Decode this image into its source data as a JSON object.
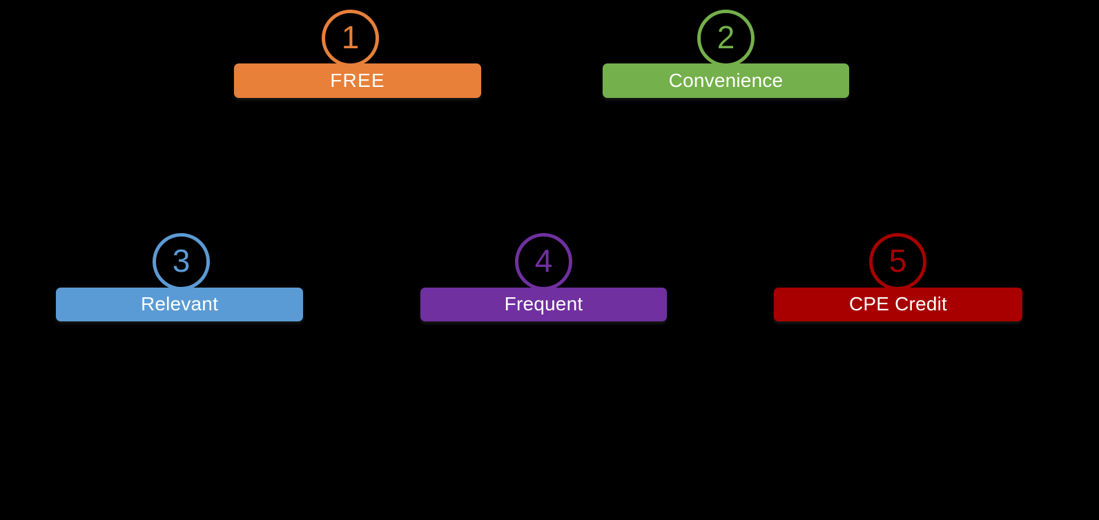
{
  "diagram": {
    "background_color": "#000000",
    "steps": [
      {
        "number": "1",
        "label": "FREE",
        "color": "#E8803A",
        "label_color": "#FFFFFF",
        "row": 1
      },
      {
        "number": "2",
        "label": "Convenience",
        "color": "#74B04B",
        "label_color": "#FFFFFF",
        "row": 1
      },
      {
        "number": "3",
        "label": "Relevant",
        "color": "#5B9BD5",
        "label_color": "#FFFFFF",
        "row": 2
      },
      {
        "number": "4",
        "label": "Frequent",
        "color": "#7030A0",
        "label_color": "#FFFFFF",
        "row": 2
      },
      {
        "number": "5",
        "label": "CPE Credit",
        "color": "#A80000",
        "label_color": "#FFFFFF",
        "row": 2
      }
    ]
  }
}
